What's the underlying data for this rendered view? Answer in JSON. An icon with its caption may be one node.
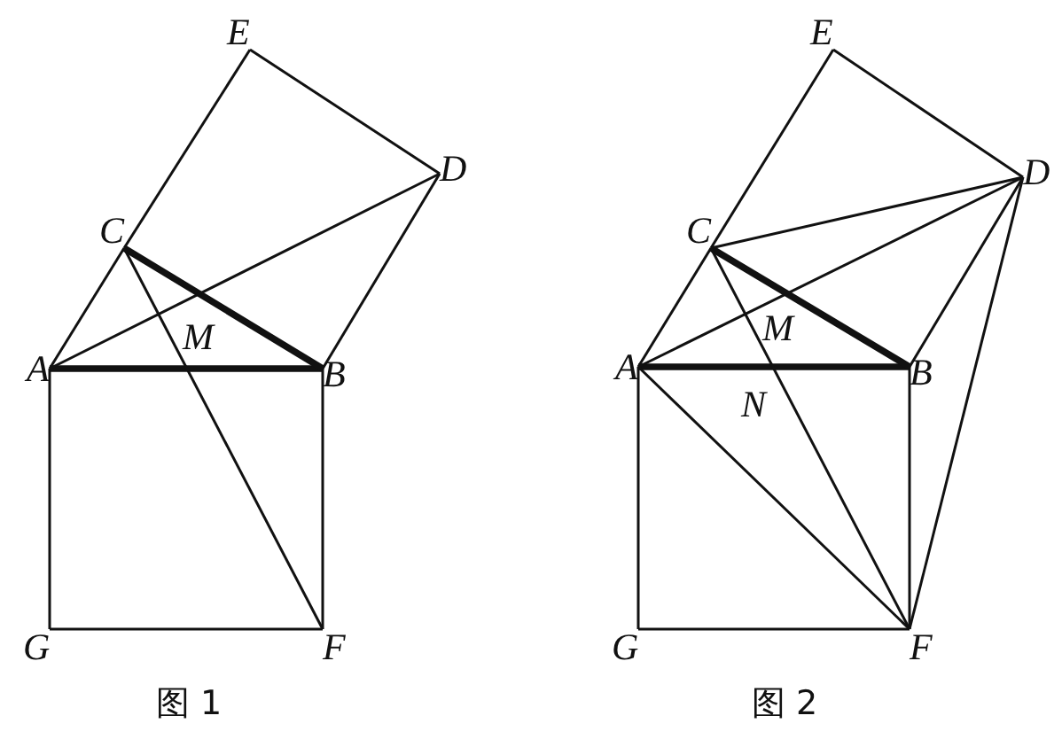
{
  "diagram": {
    "nodes": [
      {
        "text": [
          "A"
        ]
      },
      {
        "text": [
          "B"
        ]
      },
      {
        "text": [
          "C"
        ]
      },
      {
        "text": [
          "D"
        ]
      },
      {
        "text": [
          "E"
        ]
      },
      {
        "text": [
          "F"
        ]
      },
      {
        "text": [
          "G"
        ]
      },
      {
        "text": [
          "A"
        ]
      },
      {
        "text": [
          "B"
        ]
      },
      {
        "text": [
          "C"
        ]
      },
      {
        "text": [
          "D"
        ]
      },
      {
        "text": [
          "E"
        ]
      },
      {
        "text": [
          "F"
        ]
      },
      {
        "text": [
          "G"
        ]
      }
    ],
    "edges": [
      {
        "from": 0,
        "to": 1,
        "arrow": "none",
        "style": "thick"
      },
      {
        "from": 1,
        "to": 5,
        "arrow": "none"
      },
      {
        "from": 5,
        "to": 6,
        "arrow": "none"
      },
      {
        "from": 6,
        "to": 0,
        "arrow": "none"
      },
      {
        "from": 0,
        "to": 2,
        "arrow": "none"
      },
      {
        "from": 2,
        "to": 4,
        "arrow": "none"
      },
      {
        "from": 4,
        "to": 3,
        "arrow": "none"
      },
      {
        "from": 3,
        "to": 1,
        "arrow": "none"
      },
      {
        "from": 2,
        "to": 1,
        "arrow": "none",
        "style": "thick"
      },
      {
        "from": 2,
        "to": 5,
        "arrow": "none"
      },
      {
        "from": 0,
        "to": 3,
        "arrow": "none"
      },
      {
        "from": 7,
        "to": 8,
        "arrow": "none",
        "style": "thick"
      },
      {
        "from": 8,
        "to": 12,
        "arrow": "none"
      },
      {
        "from": 12,
        "to": 13,
        "arrow": "none"
      },
      {
        "from": 13,
        "to": 7,
        "arrow": "none"
      },
      {
        "from": 7,
        "to": 9,
        "arrow": "none"
      },
      {
        "from": 9,
        "to": 11,
        "arrow": "none"
      },
      {
        "from": 11,
        "to": 10,
        "arrow": "none"
      },
      {
        "from": 10,
        "to": 8,
        "arrow": "none"
      },
      {
        "from": 9,
        "to": 8,
        "arrow": "none",
        "style": "thick"
      },
      {
        "from": 9,
        "to": 10,
        "arrow": "none"
      },
      {
        "from": 7,
        "to": 10,
        "arrow": "none"
      },
      {
        "from": 9,
        "to": 12,
        "arrow": "none"
      },
      {
        "from": 7,
        "to": 12,
        "arrow": "none"
      },
      {
        "from": 10,
        "to": 12,
        "arrow": "none"
      }
    ],
    "labels": [
      "M",
      "图 1",
      "M",
      "N",
      "图 2"
    ]
  }
}
